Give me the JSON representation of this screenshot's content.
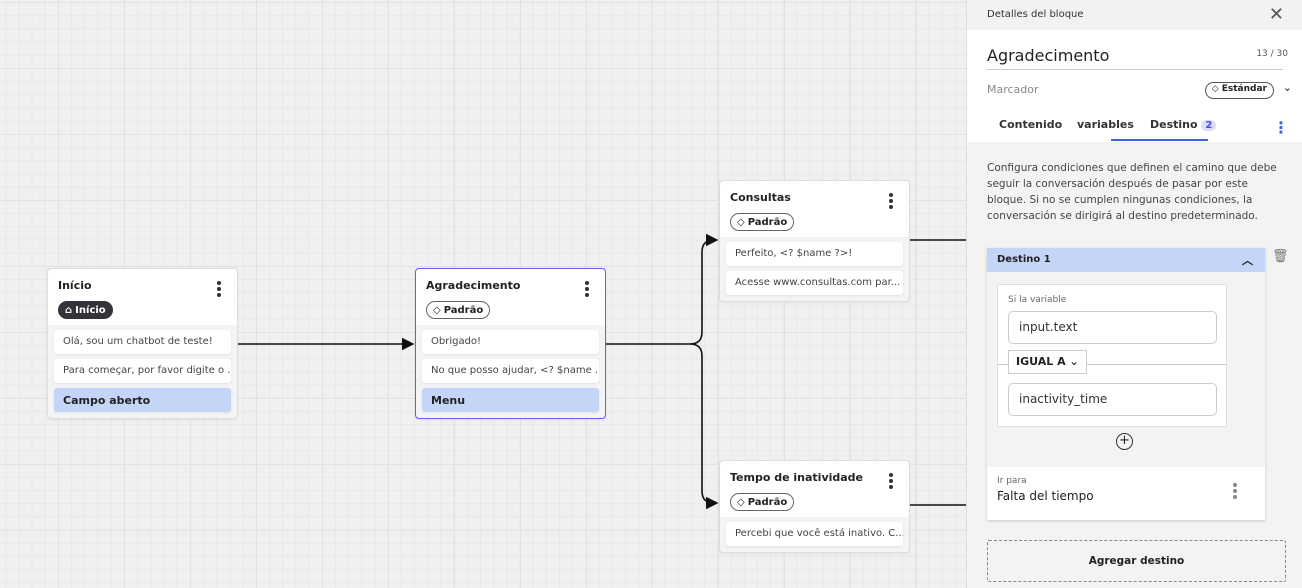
{
  "canvas": {
    "nodes": [
      {
        "title": "Início",
        "badge": "Início",
        "badge_icon": "home-icon",
        "messages": [
          "Olá, sou um chatbot de teste!",
          "Para começar, por favor digite o ..."
        ],
        "option": "Campo aberto"
      },
      {
        "title": "Agradecimento",
        "badge": "Padrão",
        "badge_icon": "tag-icon",
        "messages": [
          "Obrigado!",
          "No que posso ajudar, <? $name ..."
        ],
        "option": "Menu",
        "selected": true
      },
      {
        "title": "Consultas",
        "badge": "Padrão",
        "badge_icon": "tag-icon",
        "messages": [
          "Perfeito, <? $name ?>!",
          "Acesse www.consultas.com par..."
        ]
      },
      {
        "title": "Tempo de inatividade",
        "badge": "Padrão",
        "badge_icon": "tag-icon",
        "messages": [
          "Percebi que você está inativo. C..."
        ]
      }
    ]
  },
  "panel": {
    "header": "Detalles del bloque",
    "title": "Agradecimento",
    "char_count": "13 / 30",
    "marker_label": "Marcador",
    "marker_value": "Estándar",
    "tabs": [
      {
        "label": "Contenido"
      },
      {
        "label": "variables"
      },
      {
        "label": "Destino",
        "count": "2",
        "active": true
      }
    ],
    "description": "Configura condiciones que definen el camino que debe seguir la conversación después de pasar por este bloque. Si no se cumplen ningunas condiciones, la conversación se dirigirá al destino predeterminado.",
    "destination": {
      "title": "Destino 1",
      "condition_label": "Si la variable",
      "variable": "input.text",
      "operator": "IGUAL A",
      "value": "inactivity_time",
      "goto_label": "Ir para",
      "goto_value": "Falta del tiempo"
    },
    "add_destination": "Agregar destino"
  },
  "colors": {
    "accent": "#3b62e0",
    "selected_border": "#6a5cf0",
    "option_bg": "#c5d5f7"
  }
}
